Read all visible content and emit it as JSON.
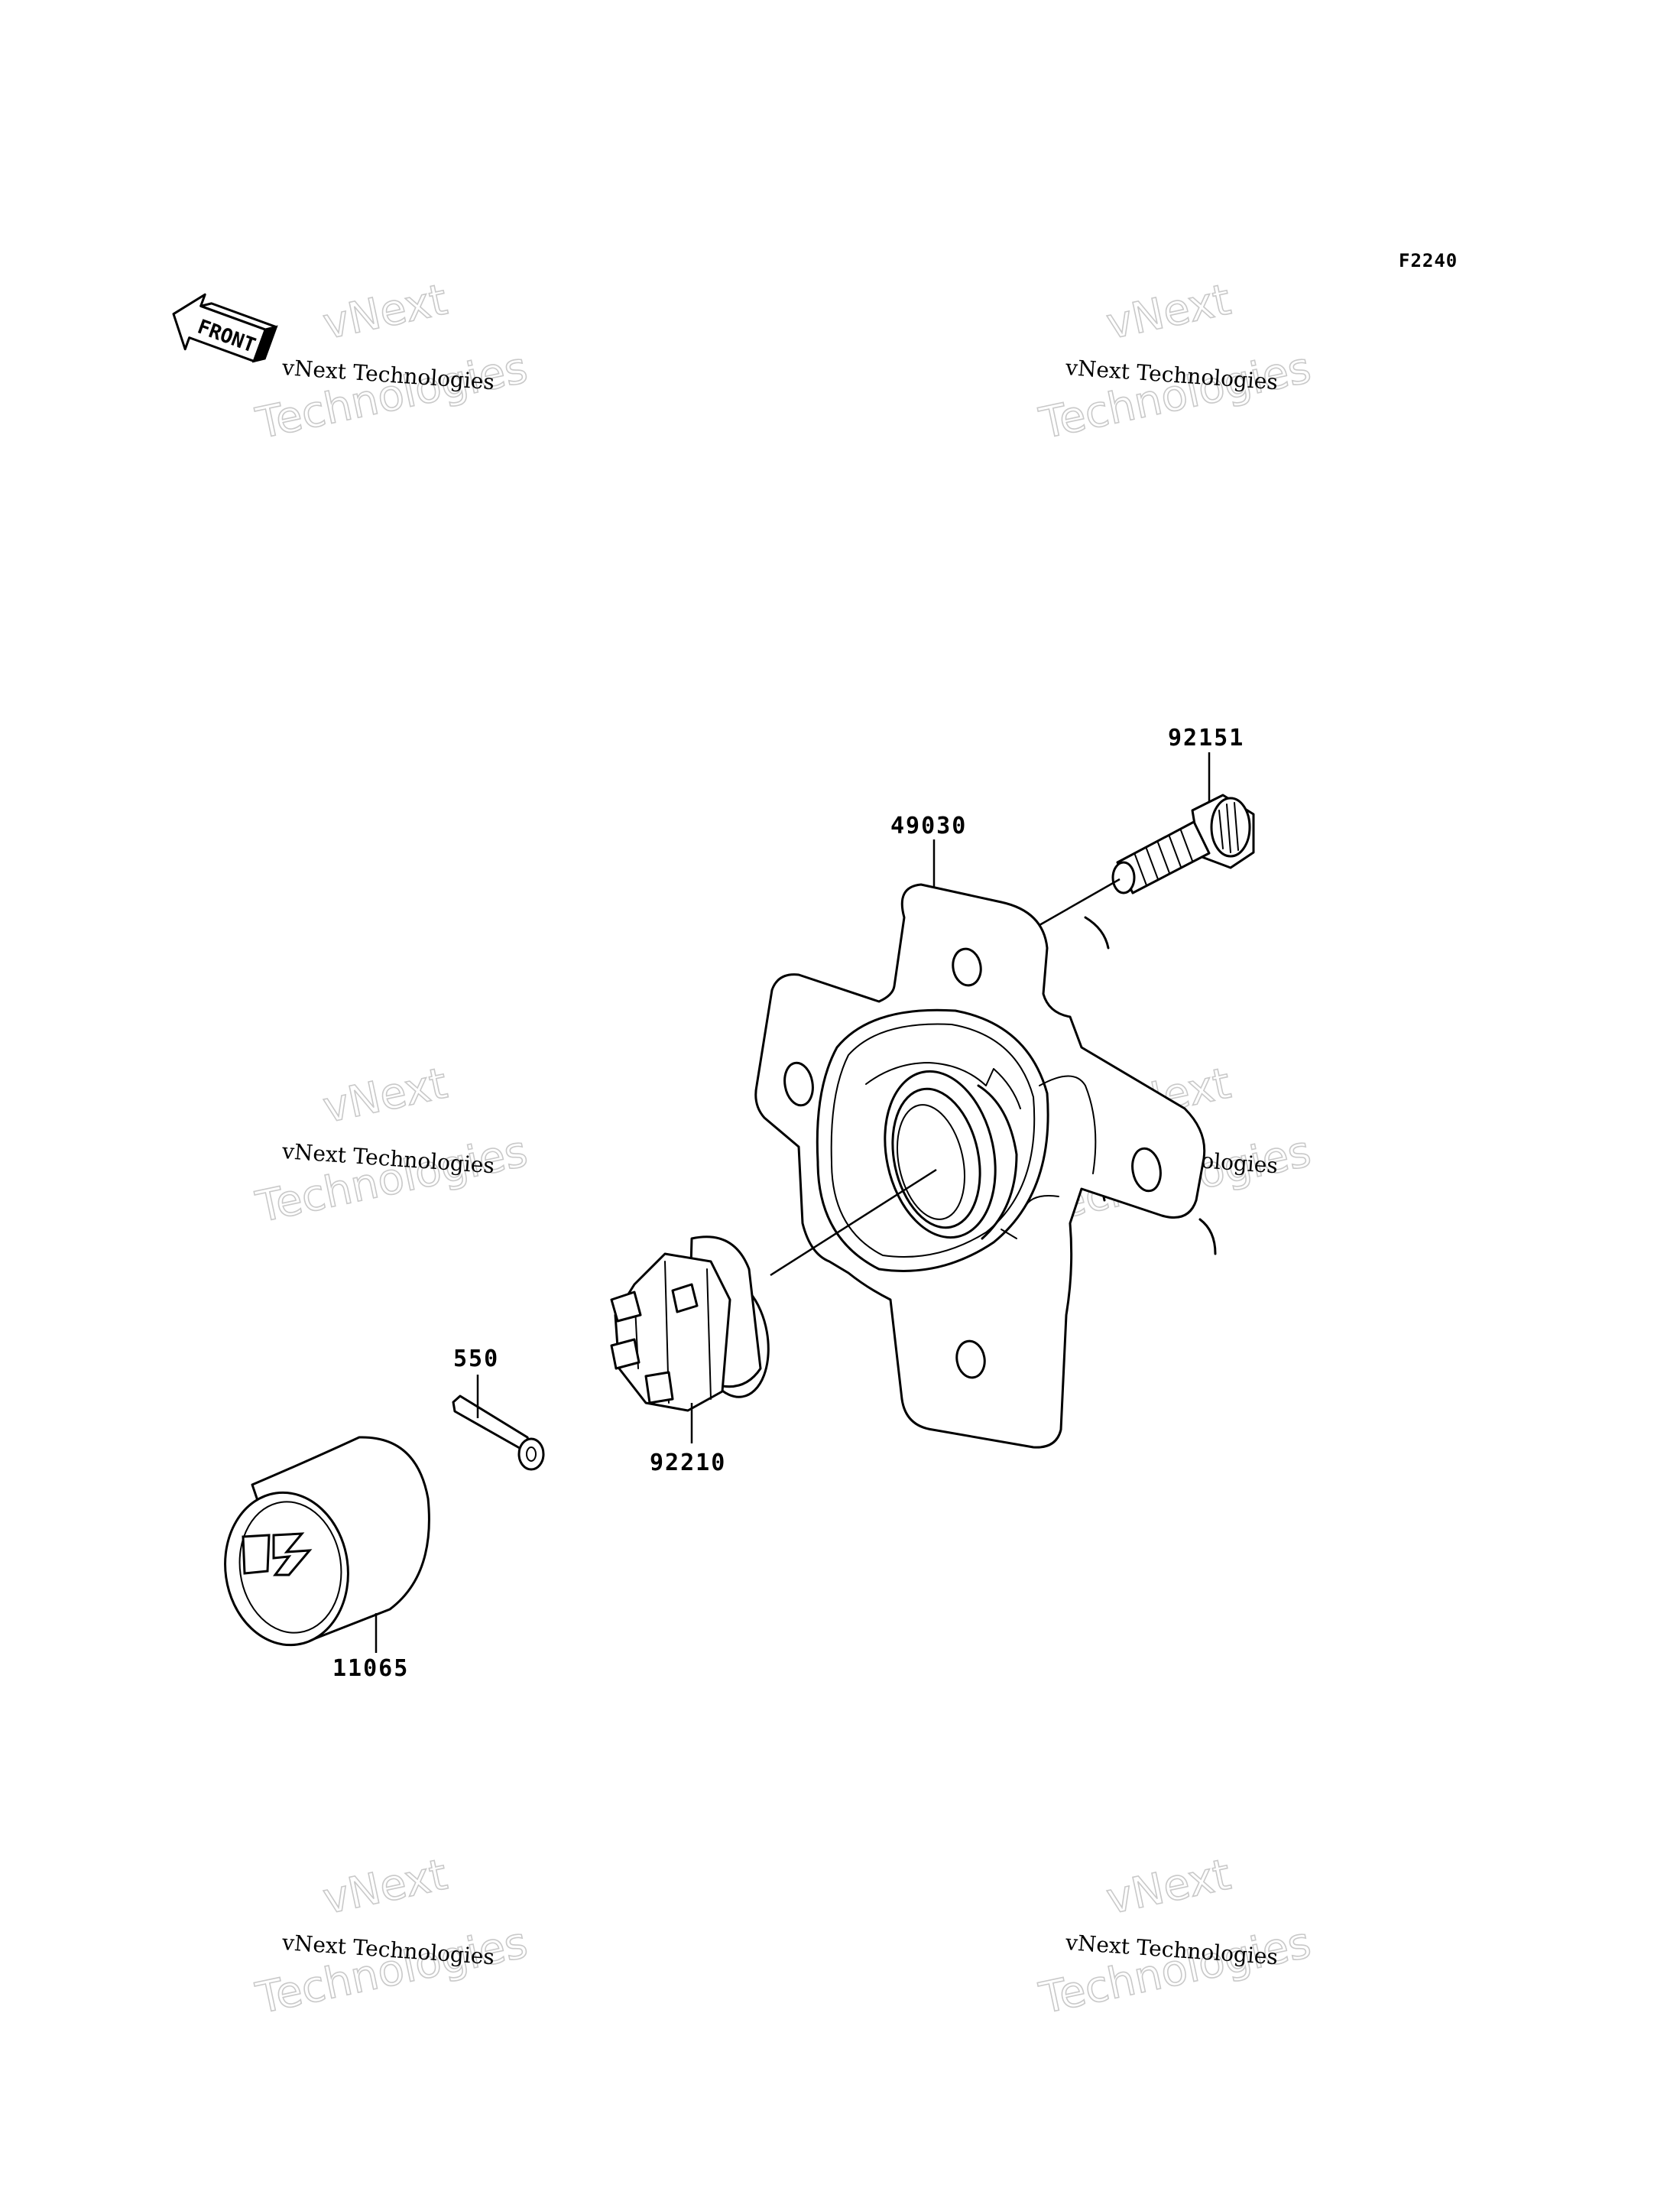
{
  "figure_code": "F2240",
  "front_arrow": {
    "label": "FRONT"
  },
  "watermark": {
    "line1": "vNext Technologies",
    "line2": "vNext",
    "line3": "Technologies"
  },
  "parts": [
    {
      "ref": "92151"
    },
    {
      "ref": "49030"
    },
    {
      "ref": "550"
    },
    {
      "ref": "92210"
    },
    {
      "ref": "11065"
    }
  ]
}
